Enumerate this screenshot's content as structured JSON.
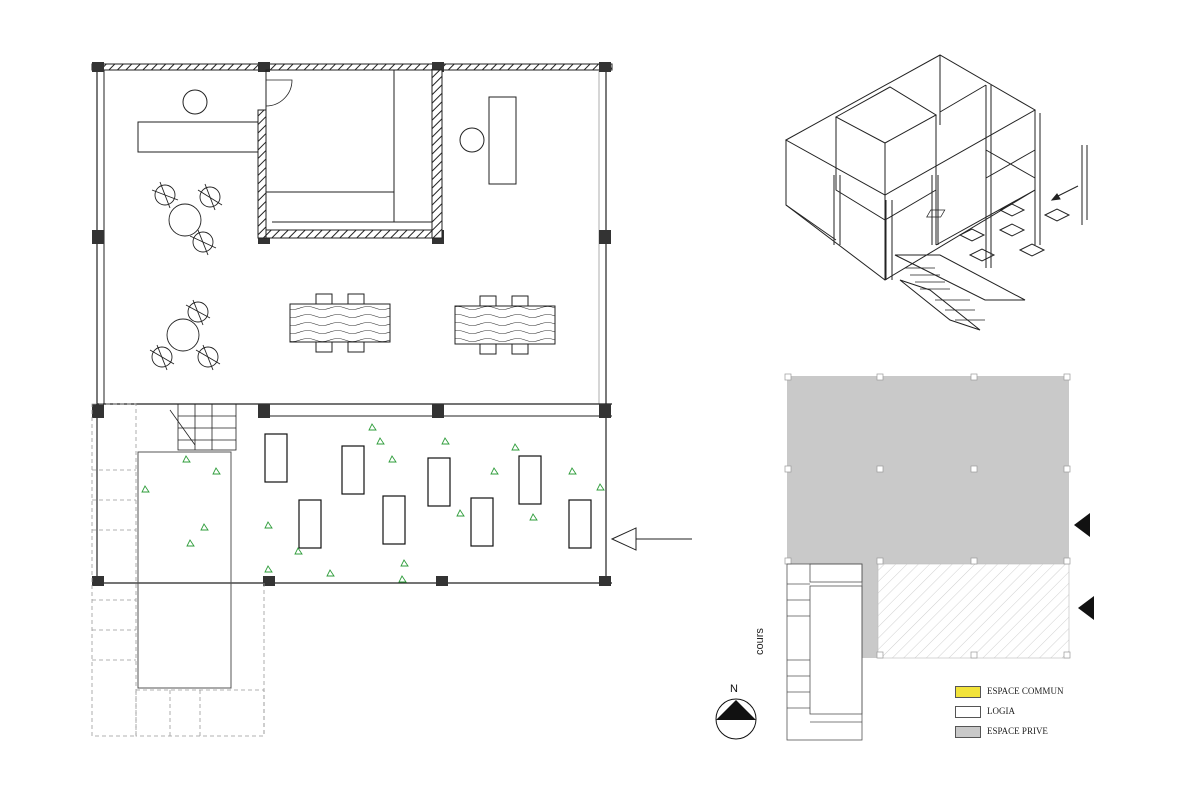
{
  "colors": {
    "espace_commun": "#f2e33a",
    "logia": "#ffffff",
    "espace_prive": "#c9c9c9",
    "line": "#222222",
    "plant": "#2e9c3a"
  },
  "legend": [
    {
      "label": "ESPACE COMMUN",
      "color": "#f2e33a"
    },
    {
      "label": "LOGIA",
      "color": "#ffffff"
    },
    {
      "label": "ESPACE PRIVE",
      "color": "#c9c9c9"
    }
  ],
  "labels": {
    "cours": "cours",
    "north": "N"
  }
}
